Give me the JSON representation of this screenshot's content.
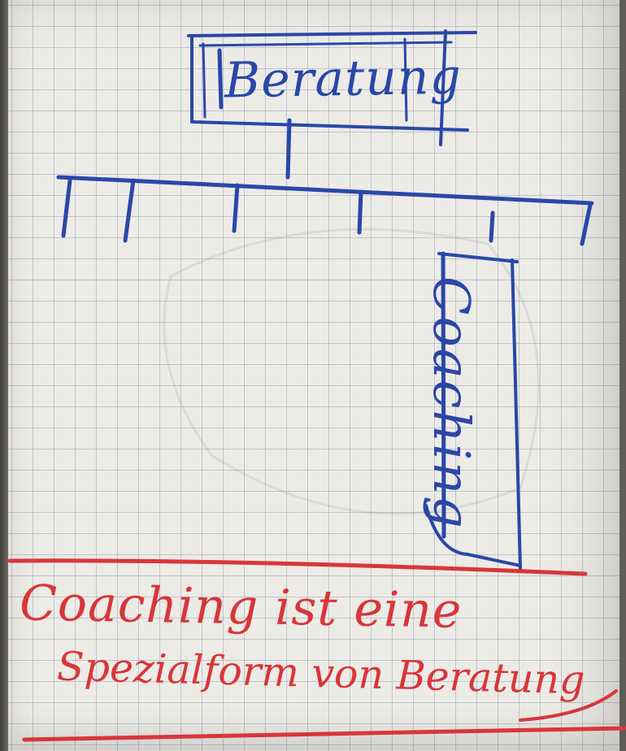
{
  "flipchart": {
    "top_label": "Beratung",
    "branch_label": "Coaching",
    "conclusion_line_1": "Coaching ist eine",
    "conclusion_line_2": "Spezialform von Beratung"
  },
  "colors": {
    "blue_marker": "#2a47a8",
    "red_marker": "#d8363a",
    "paper": "#ecebe6",
    "grid": "#7887a5"
  }
}
